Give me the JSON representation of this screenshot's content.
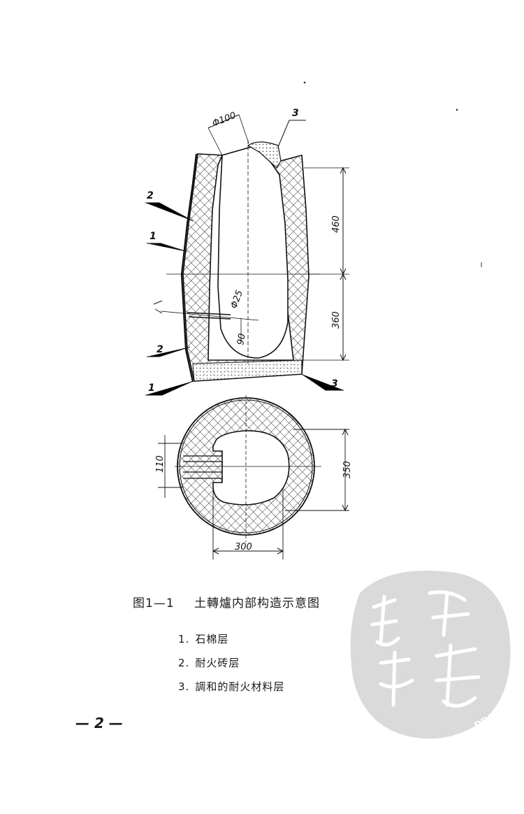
{
  "figure": {
    "dimensions": {
      "top_opening": "Φ100",
      "height_upper": "460",
      "height_lower": "360",
      "inlet_diameter": "Φ25",
      "inlet_offset": "90",
      "plan_inlet_width": "110",
      "plan_outer_diameter": "350",
      "plan_inner_diameter": "300"
    },
    "callouts": [
      "3",
      "2",
      "1",
      "2",
      "1",
      "3"
    ],
    "colors": {
      "ink": "#1a1a1a",
      "hatch": "#333333",
      "watermark": "#bdbdbd"
    }
  },
  "caption": {
    "number": "图1—1",
    "title": "土轉爐内部构造示意图"
  },
  "legend": [
    {
      "num": "1.",
      "text": "石棉层"
    },
    {
      "num": "2.",
      "text": "耐火砖层"
    },
    {
      "num": "3.",
      "text": "調和的耐火材料层"
    }
  ],
  "page_number": "— 2 —",
  "watermark": {
    "text": "PDG",
    "icon": "seal-stamp-icon"
  }
}
